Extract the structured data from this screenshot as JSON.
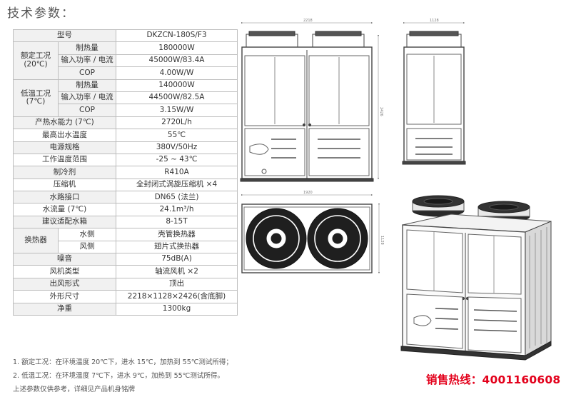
{
  "title": "技术参数：",
  "spec": {
    "model_label": "型号",
    "model_value": "DKZCN-180S/F3",
    "rated": {
      "group": [
        "额定工况",
        "(20℃)"
      ],
      "rows": [
        {
          "label": "制热量",
          "value": "180000W"
        },
        {
          "label": "输入功率 / 电流",
          "value": "45000W/83.4A"
        },
        {
          "label": "COP",
          "value": "4.00W/W"
        }
      ]
    },
    "low": {
      "group": [
        "低温工况",
        "(7℃)"
      ],
      "rows": [
        {
          "label": "制热量",
          "value": "140000W"
        },
        {
          "label": "输入功率 / 电流",
          "value": "44500W/82.5A"
        },
        {
          "label": "COP",
          "value": "3.15W/W"
        }
      ]
    },
    "mid": [
      {
        "label": "产热水能力 (7℃)",
        "value": "2720L/h"
      },
      {
        "label": "最高出水温度",
        "value": "55℃"
      },
      {
        "label": "电源规格",
        "value": "380V/50Hz"
      },
      {
        "label": "工作温度范围",
        "value": "-25 ~ 43℃"
      },
      {
        "label": "制冷剂",
        "value": "R410A"
      },
      {
        "label": "压缩机",
        "value": "全封闭式涡旋压缩机 ×4"
      },
      {
        "label": "水路接口",
        "value": "DN65 (法兰)"
      },
      {
        "label": "水流量 (7℃)",
        "value": "24.1m³/h"
      },
      {
        "label": "建议适配水箱",
        "value": "8-15T"
      }
    ],
    "exchanger": {
      "group": "换热器",
      "rows": [
        {
          "label": "水侧",
          "value": "壳管换热器"
        },
        {
          "label": "风侧",
          "value": "翅片式换热器"
        }
      ]
    },
    "tail": [
      {
        "label": "噪音",
        "value": "75dB(A)"
      },
      {
        "label": "风机类型",
        "value": "轴流风机 ×2"
      },
      {
        "label": "出风形式",
        "value": "顶出"
      },
      {
        "label": "外形尺寸",
        "value": "2218×1128×2426(含底脚)"
      },
      {
        "label": "净重",
        "value": "1300kg"
      }
    ]
  },
  "notes": [
    "1. 额定工况：在环境温度 20℃下，进水 15℃，加热到 55℃测试所得；",
    "2. 低温工况：在环境温度 7℃下，进水 9℃，加热到 55℃测试所得。",
    "上述参数仅供参考，详细见产品机身铭牌"
  ],
  "hotline": "销售热线：4001160608",
  "dims": {
    "width_label": "2218",
    "height_label": "2426",
    "depth_label": "1128",
    "top_label": "1920",
    "top_depth_label": "1128"
  }
}
